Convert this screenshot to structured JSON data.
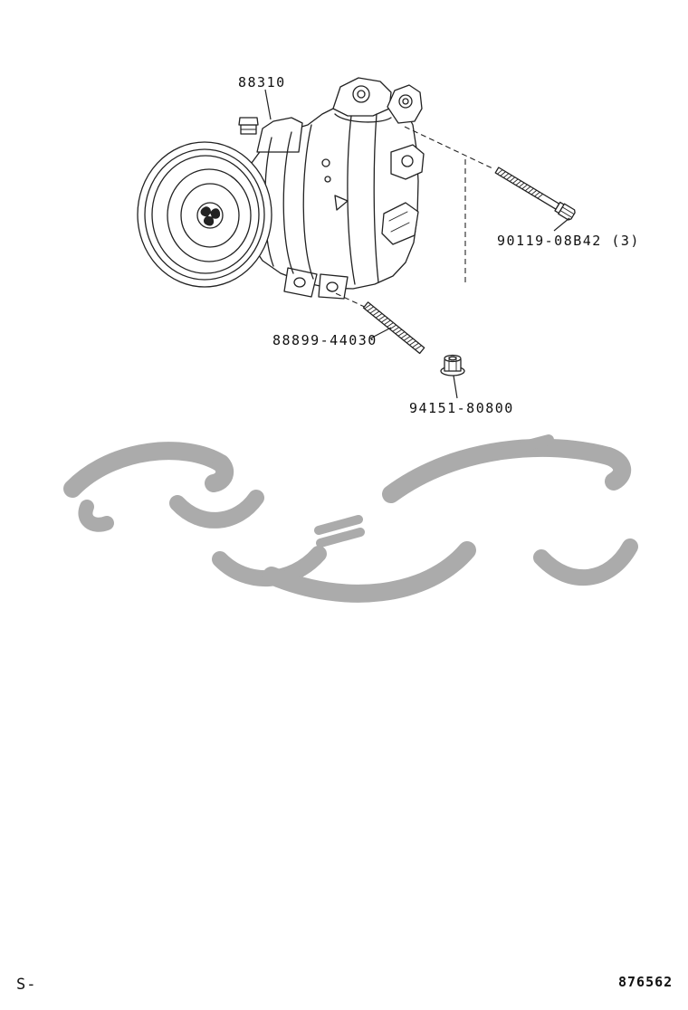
{
  "figure": {
    "code_bottom_left": "S-",
    "figure_number": "876562"
  },
  "parts": {
    "compressor_assembly": {
      "part_number": "88310"
    },
    "mount_bolt": {
      "part_number": "90119-08B42 (3)"
    },
    "stud_bolt": {
      "part_number": "88899-44030"
    },
    "flange_nut": {
      "part_number": "94151-80800"
    }
  },
  "colors": {
    "line_art": "#222222",
    "watermark_gray": "#a2a2a2"
  }
}
